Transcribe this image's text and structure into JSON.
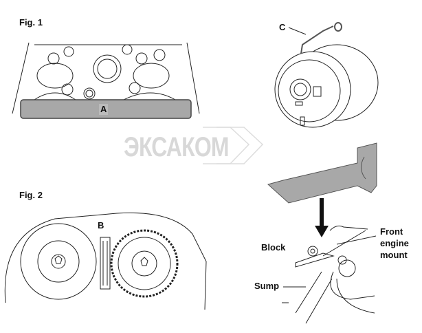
{
  "figures": {
    "fig1": {
      "title": "Fig. 1",
      "callout_a": "A",
      "callout_c": "C"
    },
    "fig2": {
      "title": "Fig. 2",
      "callout_b": "B"
    }
  },
  "bracket_labels": {
    "block": "Block",
    "front_engine_mount": [
      "Front",
      "engine",
      "mount"
    ],
    "sump": "Sump"
  },
  "watermark": "ЭКСАКОМ",
  "colors": {
    "tool_fill": "#a8a8a8",
    "line": "#222222",
    "watermark": "#d8d8d8"
  }
}
